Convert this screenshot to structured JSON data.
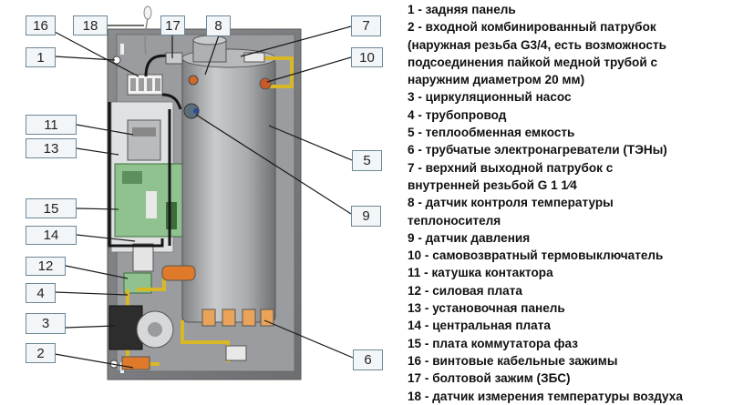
{
  "callouts": [
    {
      "label": "1"
    },
    {
      "label": "2"
    },
    {
      "label": "3"
    },
    {
      "label": "4"
    },
    {
      "label": "5"
    },
    {
      "label": "6"
    },
    {
      "label": "7"
    },
    {
      "label": "8"
    },
    {
      "label": "9"
    },
    {
      "label": "10"
    },
    {
      "label": "11"
    },
    {
      "label": "12"
    },
    {
      "label": "13"
    },
    {
      "label": "14"
    },
    {
      "label": "15"
    },
    {
      "label": "16"
    },
    {
      "label": "17"
    },
    {
      "label": "18"
    }
  ],
  "legend": [
    "1 - задняя панель",
    "2 - входной комбинированный патрубок",
    "(наружная резьба G3/4, есть возможность",
    "подсоединения пайкой медной трубой с",
    "наружним диаметром 20 мм)",
    "3 - циркуляционный насос",
    "4 - трубопровод",
    "5 - теплообменная емкость",
    "6 - трубчатые электронагреватели (ТЭНы)",
    "7 - верхний выходной патрубок с",
    "внутренней резьбой G 1 1⁄4",
    "8 - датчик контроля температуры",
    "теплоносителя",
    "9 - датчик давления",
    "10 - самовозвратный термовыключатель",
    "11 - катушка контактора",
    "12 - силовая плата",
    "13 - установочная панель",
    "14 - центральная плата",
    "15 - плата коммутатора фаз",
    "16 - винтовые кабельные зажимы",
    "17 - болтовой зажим (ЗБС)",
    "18 - датчик измерения температуры воздуха"
  ]
}
